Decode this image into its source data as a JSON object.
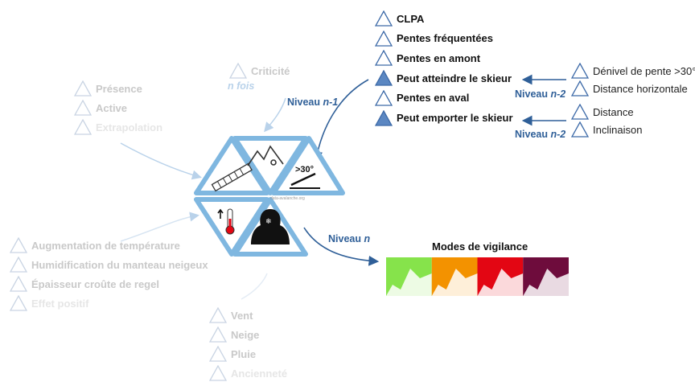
{
  "colors": {
    "blue_arrow": "#2f5f98",
    "light_connector": "#b9d2ea",
    "triangle_frame": "#7fb7e0",
    "grey_text": "#c9c9c9",
    "vigilance": [
      "#86e34b",
      "#f39200",
      "#e30613",
      "#6e0c3c"
    ]
  },
  "criticite": {
    "label": "Criticité",
    "sub": "n fois"
  },
  "presence_group": [
    "Présence",
    "Active",
    "Extrapolation"
  ],
  "temperature_group": [
    "Augmentation de température",
    "Humidification du manteau neigeux",
    "Épaisseur croûte de regel",
    "Effet positif"
  ],
  "weather_group": [
    "Vent",
    "Neige",
    "Pluie",
    "Ancienneté"
  ],
  "slope_group": [
    {
      "label": "CLPA",
      "filled": false
    },
    {
      "label": "Pentes fréquentées",
      "filled": false
    },
    {
      "label": "Pentes en amont",
      "filled": false
    },
    {
      "label": "Peut atteindre le skieur",
      "filled": true
    },
    {
      "label": "Pentes en aval",
      "filled": false
    },
    {
      "label": "Peut emporter le skieur",
      "filled": true
    }
  ],
  "sub_a": [
    "Dénivel de pente >30°",
    "Distance horizontale"
  ],
  "sub_b": [
    "Distance",
    "Inclinaison"
  ],
  "niveau_n1": {
    "prefix": "Niveau ",
    "suffix": "n-1"
  },
  "niveau_n2a": {
    "prefix": "Niveau ",
    "suffix": "n-2"
  },
  "niveau_n2b": {
    "prefix": "Niveau ",
    "suffix": "n-2"
  },
  "niveau_n": {
    "prefix": "Niveau ",
    "suffix": "n"
  },
  "hexagon": {
    "slope_label": ">30°",
    "watermark": "data-avalanche.org"
  },
  "vigilance_title": "Modes de vigilance"
}
